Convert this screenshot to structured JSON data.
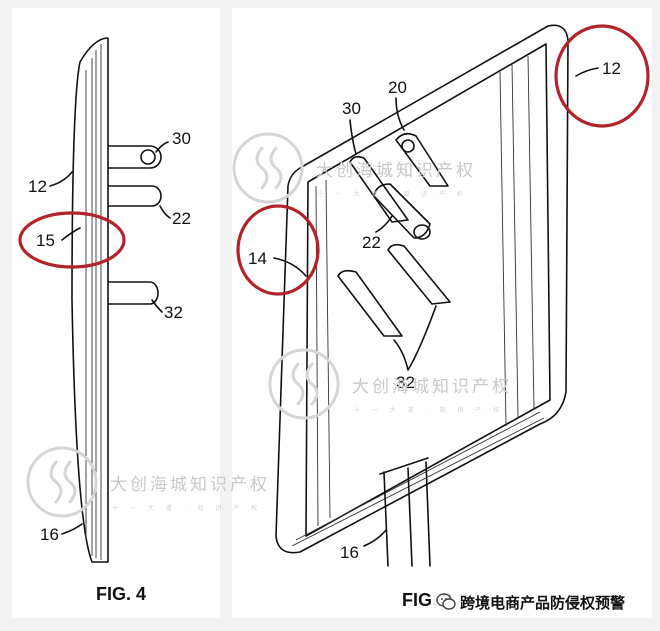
{
  "figure_left": {
    "caption": "FIG. 4",
    "labels": {
      "l30": "30",
      "l12": "12",
      "l22": "22",
      "l15": "15",
      "l32": "32",
      "l16": "16"
    }
  },
  "figure_right": {
    "caption": "FIG. 3",
    "labels": {
      "l20": "20",
      "l30": "30",
      "l12": "12",
      "l22": "22",
      "l14": "14",
      "l32": "32",
      "l16": "16"
    }
  },
  "watermark": {
    "text": "大创海城知识产权",
    "subtext": "十 一 大 道 · 知 识 产 权"
  },
  "credit": {
    "text": "跨境电商产品防侵权预警",
    "icon": "wechat-icon"
  },
  "colors": {
    "highlight": "#b0242a",
    "ink": "#111111",
    "watermark": "#c8c8c8"
  }
}
